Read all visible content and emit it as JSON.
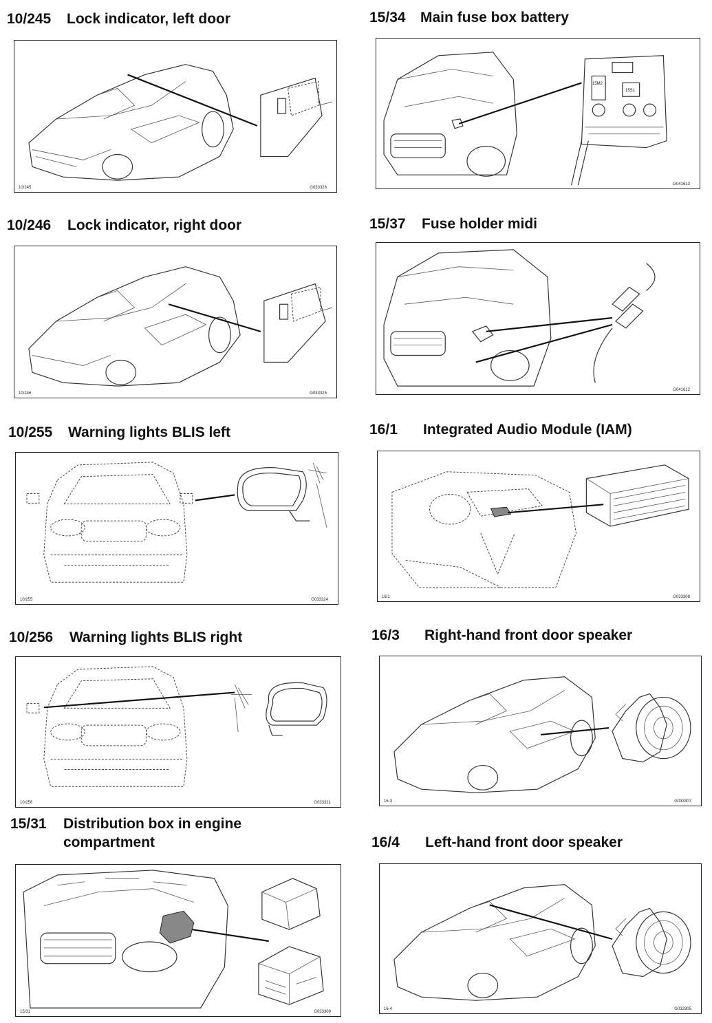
{
  "sections": [
    {
      "code": "10/245",
      "title": "Lock indicator, left door",
      "fig_left": "10/245",
      "fig_right": "G033326"
    },
    {
      "code": "10/246",
      "title": "Lock indicator, right door",
      "fig_left": "10/246",
      "fig_right": "G033325"
    },
    {
      "code": "10/255",
      "title": "Warning lights BLIS left",
      "fig_left": "10/255",
      "fig_right": "G033324"
    },
    {
      "code": "10/256",
      "title": "Warning lights BLIS right",
      "fig_left": "10/256",
      "fig_right": "G033321"
    },
    {
      "code": "15/31",
      "title_line1": "Distribution box in engine",
      "title_line2": "compartment",
      "fig_left": "15/31",
      "fig_right": "G033309"
    },
    {
      "code": "15/34",
      "title": "Main fuse box battery",
      "fig_left": "",
      "fig_right": "G041613",
      "labels": [
        "15M2",
        "15S1"
      ]
    },
    {
      "code": "15/37",
      "title": "Fuse holder midi",
      "fig_left": "",
      "fig_right": "G041612"
    },
    {
      "code": "16/1",
      "title": "Integrated Audio Module (IAM)",
      "fig_left": "16/1",
      "fig_right": "G033308"
    },
    {
      "code": "16/3",
      "title": "Right-hand front door speaker",
      "fig_left": "16-3",
      "fig_right": "G033307"
    },
    {
      "code": "16/4",
      "title": "Left-hand front door speaker",
      "fig_left": "16-4",
      "fig_right": "G033305"
    }
  ]
}
